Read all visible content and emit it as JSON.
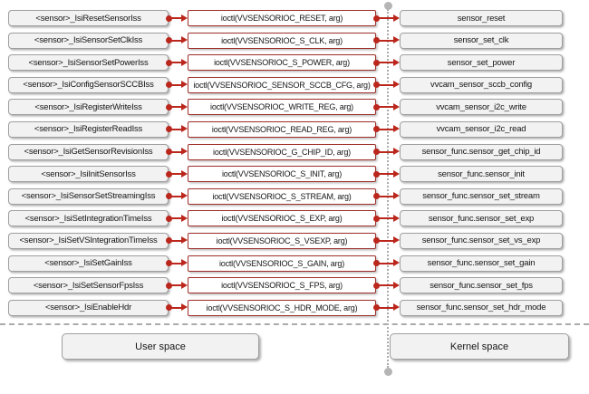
{
  "labels": {
    "user_space": "User space",
    "kernel_space": "Kernel space"
  },
  "colors": {
    "accent_red": "#bb271c",
    "middle_box_border": "#9e2f2a",
    "box_fill": "#f2f2f2",
    "box_border": "#9f9f9f",
    "divider_gray": "#ababab"
  },
  "rows": [
    {
      "user": "<sensor>_IsiResetSensorIss",
      "ioctl": "ioctl(VVSENSORIOC_RESET, arg)",
      "kernel": "sensor_reset"
    },
    {
      "user": "<sensor>_IsiSensorSetClkIss",
      "ioctl": "ioctl(VVSENSORIOC_S_CLK, arg)",
      "kernel": "sensor_set_clk"
    },
    {
      "user": "<sensor>_IsiSensorSetPowerIss",
      "ioctl": "ioctl(VVSENSORIOC_S_POWER, arg)",
      "kernel": "sensor_set_power"
    },
    {
      "user": "<sensor>_IsiConfigSensorSCCBIss",
      "ioctl": "ioctl(VVSENSORIOC_SENSOR_SCCB_CFG, arg)",
      "kernel": "vvcam_sensor_sccb_config"
    },
    {
      "user": "<sensor>_IsiRegisterWriteIss",
      "ioctl": "ioctl(VVSENSORIOC_WRITE_REG, arg)",
      "kernel": "vvcam_sensor_i2c_write"
    },
    {
      "user": "<sensor>_IsiRegisterReadIss",
      "ioctl": "ioctl(VVSENSORIOC_READ_REG, arg)",
      "kernel": "vvcam_sensor_i2c_read"
    },
    {
      "user": "<sensor>_IsiGetSensorRevisionIss",
      "ioctl": "ioctl(VVSENSORIOC_G_CHIP_ID, arg)",
      "kernel": "sensor_func.sensor_get_chip_id"
    },
    {
      "user": "<sensor>_IsiInitSensorIss",
      "ioctl": "ioctl(VVSENSORIOC_S_INIT, arg)",
      "kernel": "sensor_func.sensor_init"
    },
    {
      "user": "<sensor>_IsiSensorSetStreamingIss",
      "ioctl": "ioctl(VVSENSORIOC_S_STREAM, arg)",
      "kernel": "sensor_func.sensor_set_stream"
    },
    {
      "user": "<sensor>_IsiSetIntegrationTimeIss",
      "ioctl": "ioctl(VVSENSORIOC_S_EXP, arg)",
      "kernel": "sensor_func.sensor_set_exp"
    },
    {
      "user": "<sensor>_IsiSetVSIntegrationTimeIss",
      "ioctl": "ioctl(VVSENSORIOC_S_VSEXP, arg)",
      "kernel": "sensor_func.sensor_set_vs_exp"
    },
    {
      "user": "<sensor>_IsiSetGainIss",
      "ioctl": "ioctl(VVSENSORIOC_S_GAIN, arg)",
      "kernel": "sensor_func.sensor_set_gain"
    },
    {
      "user": "<sensor>_IsiSetSensorFpsIss",
      "ioctl": "ioctl(VVSENSORIOC_S_FPS, arg)",
      "kernel": "sensor_func.sensor_set_fps"
    },
    {
      "user": "<sensor>_IsiEnableHdr",
      "ioctl": "ioctl(VVSENSORIOC_S_HDR_MODE, arg)",
      "kernel": "sensor_func.sensor_set_hdr_mode"
    }
  ]
}
